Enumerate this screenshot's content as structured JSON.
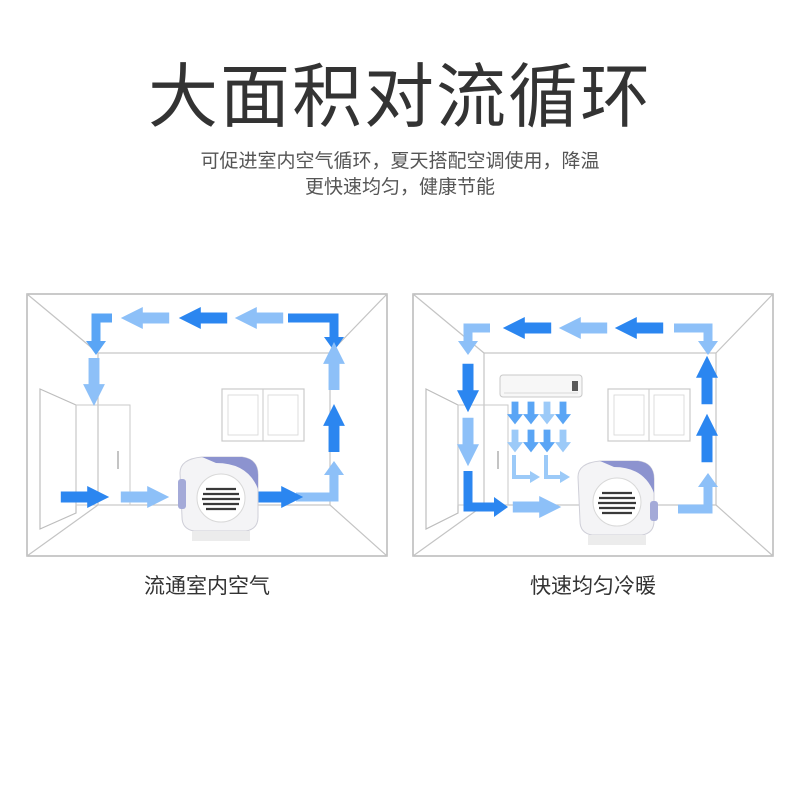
{
  "header": {
    "title": "大面积对流循环",
    "subtitle_line1": "可促进室内空气循环，夏天搭配空调使用，降温",
    "subtitle_line2": "更快速均匀，健康节能"
  },
  "panels": [
    {
      "caption": "流通室内空气"
    },
    {
      "caption": "快速均匀冷暖"
    }
  ],
  "colors": {
    "arrow_dark": "#2b86f0",
    "arrow_light": "#8dc0f8",
    "room_line": "#b8b8b8",
    "fan_accent": "#8c93cf"
  }
}
